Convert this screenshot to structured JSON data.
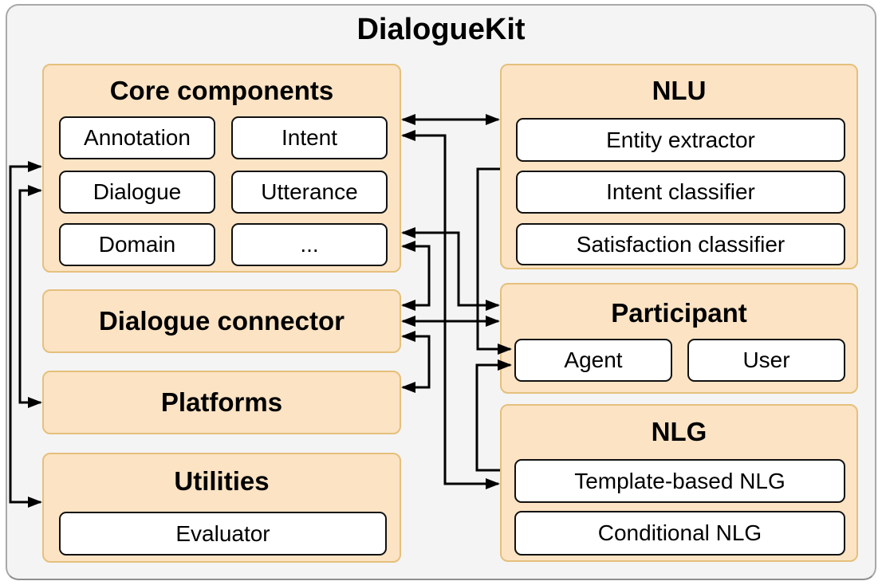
{
  "title": "DialogueKit",
  "colors": {
    "frame_fill": "#f4f4f5",
    "frame_border": "#a8a8a8",
    "group_fill": "#fbe3c4",
    "group_border": "#e5c07c",
    "component_fill": "#ffffff",
    "component_border": "#111111",
    "arrow": "#000000",
    "text": "#000000"
  },
  "groups": {
    "core_components": {
      "title": "Core components",
      "items": [
        "Annotation",
        "Intent",
        "Dialogue",
        "Utterance",
        "Domain",
        "..."
      ]
    },
    "dialogue_connector": {
      "title": "Dialogue connector"
    },
    "platforms": {
      "title": "Platforms"
    },
    "utilities": {
      "title": "Utilities",
      "items": [
        "Evaluator"
      ]
    },
    "nlu": {
      "title": "NLU",
      "items": [
        "Entity extractor",
        "Intent classifier",
        "Satisfaction classifier"
      ]
    },
    "participant": {
      "title": "Participant",
      "items": [
        "Agent",
        "User"
      ]
    },
    "nlg": {
      "title": "NLG",
      "items": [
        "Template-based NLG",
        "Conditional NLG"
      ]
    }
  }
}
